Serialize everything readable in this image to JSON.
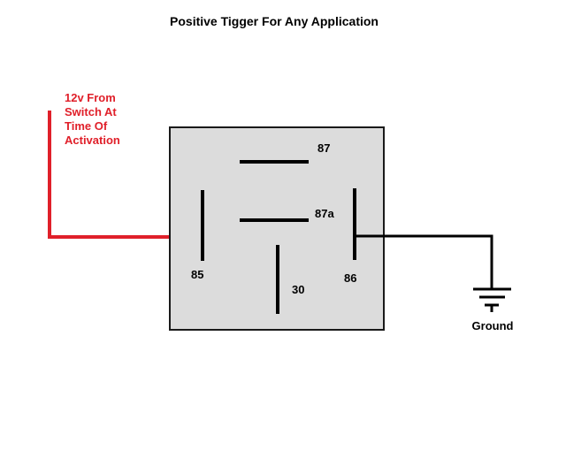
{
  "title": "Positive Tigger For Any Application",
  "input_label": [
    "12v From",
    "Switch At",
    "Time Of",
    "Activation"
  ],
  "pins": {
    "p87": "87",
    "p87a": "87a",
    "p85": "85",
    "p86": "86",
    "p30": "30"
  },
  "ground_label": "Ground",
  "colors": {
    "trigger_wire": "#e0202a",
    "relay_fill": "#dcdcdc",
    "relay_border": "#1a1a1a",
    "wire": "#000000",
    "text": "#000000"
  }
}
